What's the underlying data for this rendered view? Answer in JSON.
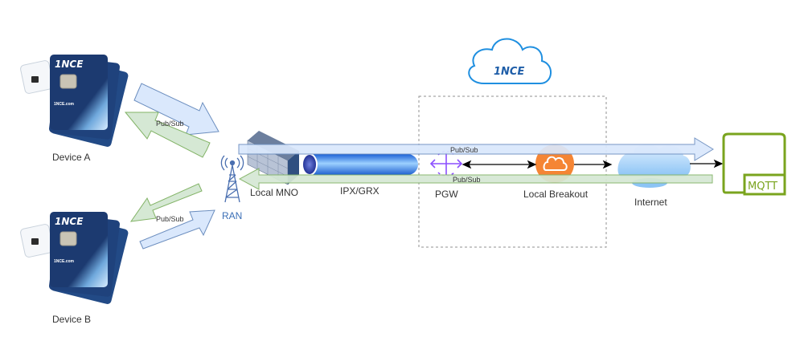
{
  "diagram": {
    "cloud_brand": "1NCE",
    "devices": [
      {
        "id": "device-a",
        "label": "Device A",
        "sim_brand": "1NCE",
        "sim_url": "1NCE.com"
      },
      {
        "id": "device-b",
        "label": "Device B",
        "sim_brand": "1NCE",
        "sim_url": "1NCE.com"
      }
    ],
    "nodes": {
      "ran": "RAN",
      "local_mno": "Local MNO",
      "ipx_grx": "IPX/GRX",
      "pgw": "PGW",
      "local_breakout": "Local Breakout",
      "internet": "Internet",
      "mqtt": "MQTT"
    },
    "flows": {
      "device_a_link": "Pub/Sub",
      "device_b_link": "Pub/Sub",
      "upstream": "Pub/Sub",
      "downstream": "Pub/Sub"
    },
    "colors": {
      "upstream_fill": "#dae8fc",
      "upstream_stroke": "#6c8ebf",
      "downstream_fill": "#d5e8d4",
      "downstream_stroke": "#82b366",
      "sim_blue": "#1c3a70",
      "breakout_orange": "#f58534",
      "pgw_purple": "#8c4fff",
      "mqtt_green": "#7aa41e",
      "cloud_blue": "#1f8fe0",
      "ran_blue": "#3b6fb6"
    }
  }
}
